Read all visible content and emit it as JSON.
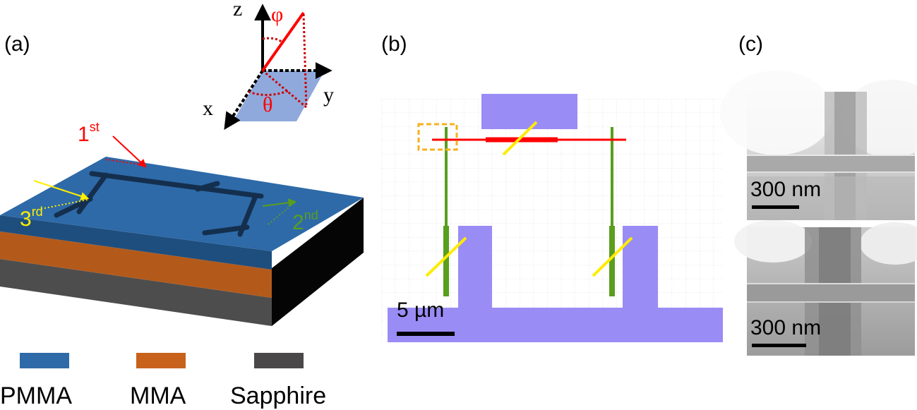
{
  "panels": {
    "a": "(a)",
    "b": "(b)",
    "c": "(c)"
  },
  "axes": {
    "x": "x",
    "y": "y",
    "z": "z",
    "phi": "φ",
    "theta": "θ"
  },
  "beams": {
    "first": {
      "base": "1",
      "sup": "st",
      "color": "#ff0000"
    },
    "second": {
      "base": "2",
      "sup": "nd",
      "color": "#5a9e1e"
    },
    "third": {
      "base": "3",
      "sup": "rd",
      "color": "#ffff00"
    }
  },
  "legend": [
    {
      "label": "PMMA",
      "color": "#2e6aa8"
    },
    {
      "label": "MMA",
      "color": "#c8621b"
    },
    {
      "label": "Sapphire",
      "color": "#4a4848"
    }
  ],
  "scale_bars": {
    "layout": "5 µm",
    "sem_top": "300 nm",
    "sem_bottom": "300 nm"
  },
  "colors": {
    "pmma": "#2e6aa8",
    "mma": "#b35a1a",
    "sapphire": "#4d4d4d",
    "electrode": "#9a8cf5",
    "wire_green": "#5a9e1e",
    "wire_red": "#ff0000",
    "marker": "#ffeb00",
    "box": "#f5b21e"
  }
}
